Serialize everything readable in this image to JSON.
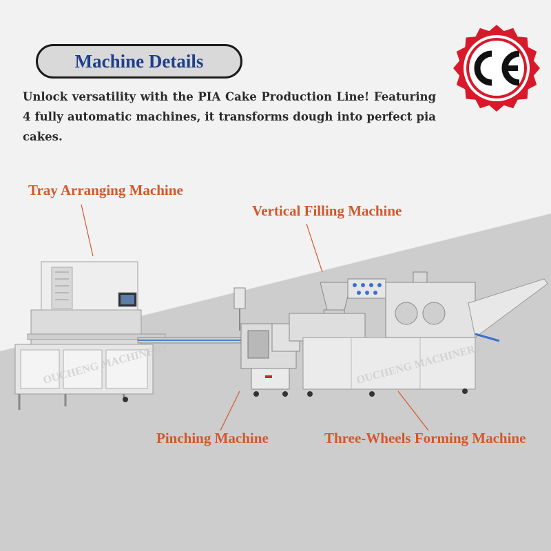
{
  "header": {
    "title": "Machine Details",
    "intro": "Unlock versatility with the PIA Cake Production Line! Featuring 4 fully automatic machines, it transforms dough into perfect pia cakes."
  },
  "certification": {
    "mark": "CE",
    "badge_color": "#d8192a",
    "icon": "ce-mark-icon"
  },
  "machines": [
    {
      "id": "tray",
      "label": "Tray Arranging Machine"
    },
    {
      "id": "vertical",
      "label": "Vertical Filling Machine"
    },
    {
      "id": "pinching",
      "label": "Pinching Machine"
    },
    {
      "id": "three_wheels",
      "label": "Three-Wheels Forming Machine"
    }
  ],
  "watermark": [
    "OUCHENG MACHINERY",
    "OUCHENG MACHINERY"
  ],
  "colors": {
    "label": "#d2572b",
    "title": "#1f3f8c",
    "text": "#2a2a2a"
  }
}
